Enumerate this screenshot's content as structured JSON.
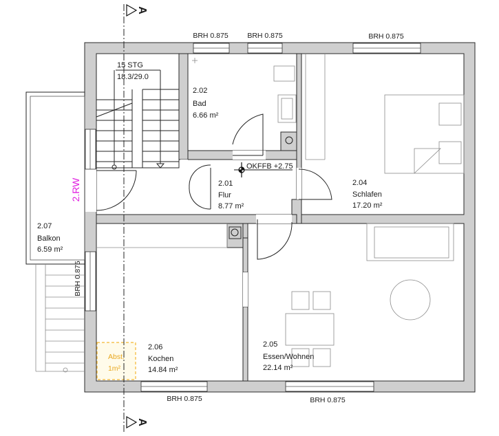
{
  "section_marker": {
    "letter": "A"
  },
  "stair": {
    "steps": "15 STG",
    "ratio": "18.3/29.0"
  },
  "level": {
    "label": "OKFFB +2.75"
  },
  "rooms": [
    {
      "id": "bad",
      "number": "2.02",
      "name": "Bad",
      "area": "6.66 m²"
    },
    {
      "id": "flur",
      "number": "2.01",
      "name": "Flur",
      "area": "8.77 m²"
    },
    {
      "id": "schlafen",
      "number": "2.04",
      "name": "Schlafen",
      "area": "17.20 m²"
    },
    {
      "id": "balkon",
      "number": "2.07",
      "name": "Balkon",
      "area": "6.59 m²"
    },
    {
      "id": "kochen",
      "number": "2.06",
      "name": "Kochen",
      "area": "14.84 m²"
    },
    {
      "id": "essen",
      "number": "2.05",
      "name": "Essen/Wohnen",
      "area": "22.14 m²"
    }
  ],
  "windows": {
    "top_left": "BRH 0.875",
    "top_mid": "BRH 0.875",
    "top_right": "BRH 0.875",
    "left_side": "BRH 0.875",
    "bottom_left": "BRH 0.875",
    "bottom_right": "BRH 0.875"
  },
  "rw_label": "2.RW",
  "abst": {
    "line1": "Abst.",
    "line2": "1m²"
  },
  "colors": {
    "rw": "#e020e0",
    "abst": "#f2b630",
    "wall": "#cfcfcf"
  }
}
